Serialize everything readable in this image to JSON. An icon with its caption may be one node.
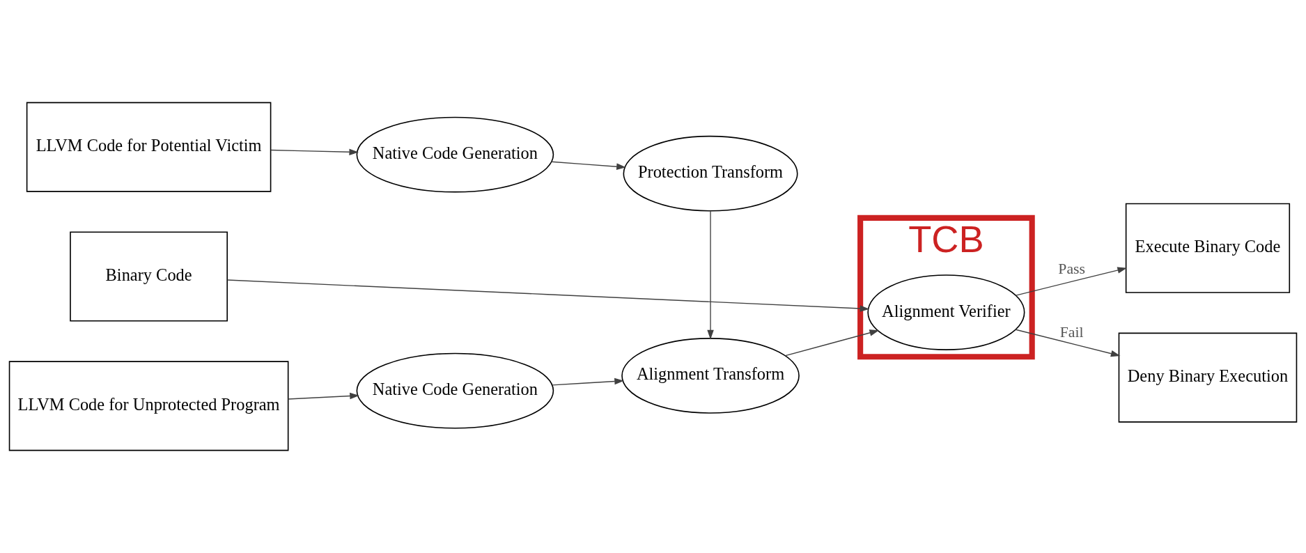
{
  "diagram": {
    "nodes": [
      {
        "text": [
          "LLVM Code for Potential Victim"
        ]
      },
      {
        "text": [
          "Native Code Generation"
        ]
      },
      {
        "text": [
          "Protection Transform"
        ]
      },
      {
        "text": [
          "Execute Binary Code"
        ]
      },
      {
        "text": [
          "TCB"
        ]
      },
      {
        "text": [
          "LLVM Code for Unprotected Program"
        ]
      },
      {
        "text": [
          "Native Code Generation"
        ]
      },
      {
        "text": [
          "Alignment Transform"
        ]
      },
      {
        "text": [
          "Alignment Verifier"
        ],
        "in": 4
      },
      {
        "text": [
          "Binary Code"
        ]
      },
      {
        "text": [
          "Deny Binary Execution"
        ]
      }
    ],
    "edges": [
      {
        "from": 0,
        "to": 1,
        "arrow": "to"
      },
      {
        "from": 1,
        "to": 2,
        "arrow": "to"
      },
      {
        "from": 2,
        "to": 7,
        "arrow": "to"
      },
      {
        "from": 5,
        "to": 6,
        "arrow": "to"
      },
      {
        "from": 6,
        "to": 7,
        "arrow": "to"
      },
      {
        "from": 7,
        "to": 8,
        "arrow": "to"
      },
      {
        "from": 9,
        "to": 8,
        "arrow": "to"
      },
      {
        "from": 8,
        "to": 3,
        "arrow": "to",
        "label": "Pass"
      },
      {
        "from": 8,
        "to": 10,
        "arrow": "to",
        "label": "Fail"
      }
    ]
  }
}
